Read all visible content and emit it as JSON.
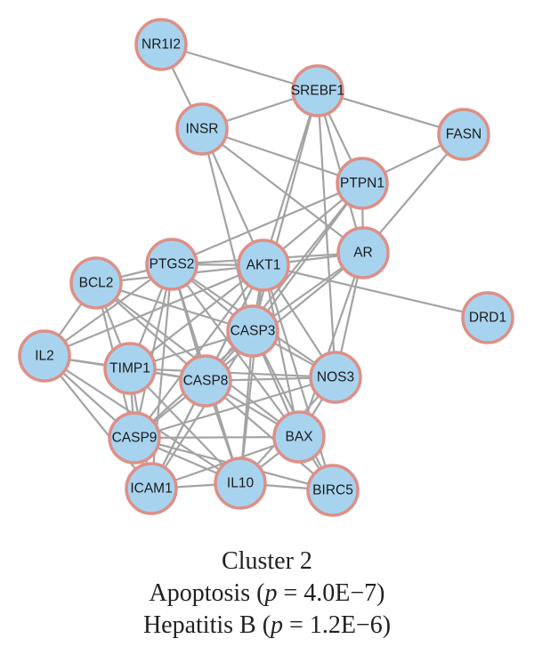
{
  "network": {
    "nodes": [
      "NR1I2",
      "SREBF1",
      "INSR",
      "FASN",
      "PTPN1",
      "AR",
      "PTGS2",
      "AKT1",
      "BCL2",
      "DRD1",
      "CASP3",
      "IL2",
      "TIMP1",
      "CASP8",
      "NOS3",
      "CASP9",
      "BAX",
      "ICAM1",
      "IL10",
      "BIRC5"
    ],
    "edges": [
      [
        "NR1I2",
        "SREBF1"
      ],
      [
        "NR1I2",
        "INSR"
      ],
      [
        "SREBF1",
        "INSR"
      ],
      [
        "SREBF1",
        "FASN"
      ],
      [
        "SREBF1",
        "PTPN1"
      ],
      [
        "SREBF1",
        "AR"
      ],
      [
        "SREBF1",
        "AKT1"
      ],
      [
        "SREBF1",
        "CASP3"
      ],
      [
        "SREBF1",
        "NOS3"
      ],
      [
        "INSR",
        "PTPN1"
      ],
      [
        "INSR",
        "AKT1"
      ],
      [
        "INSR",
        "AR"
      ],
      [
        "INSR",
        "CASP3"
      ],
      [
        "FASN",
        "PTPN1"
      ],
      [
        "FASN",
        "AR"
      ],
      [
        "PTPN1",
        "AKT1"
      ],
      [
        "PTPN1",
        "PTGS2"
      ],
      [
        "PTPN1",
        "CASP3"
      ],
      [
        "PTPN1",
        "AR"
      ],
      [
        "PTPN1",
        "CASP8"
      ],
      [
        "AR",
        "AKT1"
      ],
      [
        "AR",
        "PTGS2"
      ],
      [
        "AR",
        "CASP3"
      ],
      [
        "AR",
        "CASP8"
      ],
      [
        "AR",
        "NOS3"
      ],
      [
        "AR",
        "BAX"
      ],
      [
        "AKT1",
        "PTGS2"
      ],
      [
        "AKT1",
        "BCL2"
      ],
      [
        "AKT1",
        "DRD1"
      ],
      [
        "AKT1",
        "CASP3"
      ],
      [
        "AKT1",
        "CASP8"
      ],
      [
        "AKT1",
        "NOS3"
      ],
      [
        "AKT1",
        "BAX"
      ],
      [
        "AKT1",
        "CASP9"
      ],
      [
        "AKT1",
        "TIMP1"
      ],
      [
        "AKT1",
        "IL2"
      ],
      [
        "AKT1",
        "ICAM1"
      ],
      [
        "AKT1",
        "IL10"
      ],
      [
        "AKT1",
        "BIRC5"
      ],
      [
        "PTGS2",
        "BCL2"
      ],
      [
        "PTGS2",
        "CASP3"
      ],
      [
        "PTGS2",
        "CASP8"
      ],
      [
        "PTGS2",
        "NOS3"
      ],
      [
        "PTGS2",
        "BAX"
      ],
      [
        "PTGS2",
        "CASP9"
      ],
      [
        "PTGS2",
        "TIMP1"
      ],
      [
        "PTGS2",
        "IL2"
      ],
      [
        "PTGS2",
        "ICAM1"
      ],
      [
        "PTGS2",
        "IL10"
      ],
      [
        "BCL2",
        "CASP3"
      ],
      [
        "BCL2",
        "CASP8"
      ],
      [
        "BCL2",
        "CASP9"
      ],
      [
        "BCL2",
        "TIMP1"
      ],
      [
        "BCL2",
        "BAX"
      ],
      [
        "BCL2",
        "IL2"
      ],
      [
        "CASP3",
        "CASP8"
      ],
      [
        "CASP3",
        "NOS3"
      ],
      [
        "CASP3",
        "BAX"
      ],
      [
        "CASP3",
        "CASP9"
      ],
      [
        "CASP3",
        "TIMP1"
      ],
      [
        "CASP3",
        "IL10"
      ],
      [
        "CASP3",
        "ICAM1"
      ],
      [
        "CASP3",
        "BIRC5"
      ],
      [
        "IL2",
        "TIMP1"
      ],
      [
        "IL2",
        "CASP9"
      ],
      [
        "IL2",
        "ICAM1"
      ],
      [
        "IL2",
        "CASP8"
      ],
      [
        "IL2",
        "IL10"
      ],
      [
        "TIMP1",
        "CASP8"
      ],
      [
        "TIMP1",
        "CASP9"
      ],
      [
        "TIMP1",
        "ICAM1"
      ],
      [
        "TIMP1",
        "IL10"
      ],
      [
        "TIMP1",
        "NOS3"
      ],
      [
        "CASP8",
        "NOS3"
      ],
      [
        "CASP8",
        "BAX"
      ],
      [
        "CASP8",
        "CASP9"
      ],
      [
        "CASP8",
        "ICAM1"
      ],
      [
        "CASP8",
        "IL10"
      ],
      [
        "CASP8",
        "BIRC5"
      ],
      [
        "NOS3",
        "BAX"
      ],
      [
        "NOS3",
        "IL10"
      ],
      [
        "NOS3",
        "CASP9"
      ],
      [
        "CASP9",
        "BAX"
      ],
      [
        "CASP9",
        "ICAM1"
      ],
      [
        "CASP9",
        "IL10"
      ],
      [
        "CASP9",
        "BIRC5"
      ],
      [
        "BAX",
        "IL10"
      ],
      [
        "BAX",
        "BIRC5"
      ],
      [
        "BAX",
        "ICAM1"
      ],
      [
        "ICAM1",
        "IL10"
      ],
      [
        "IL10",
        "BIRC5"
      ]
    ]
  },
  "caption": {
    "title": "Cluster 2",
    "line1_prefix": "Apoptosis (",
    "line1_var": "p",
    "line1_suffix": " = 4.0E−7)",
    "line2_prefix": "Hepatitis B (",
    "line2_var": "p",
    "line2_suffix": " = 1.2E−6)"
  }
}
